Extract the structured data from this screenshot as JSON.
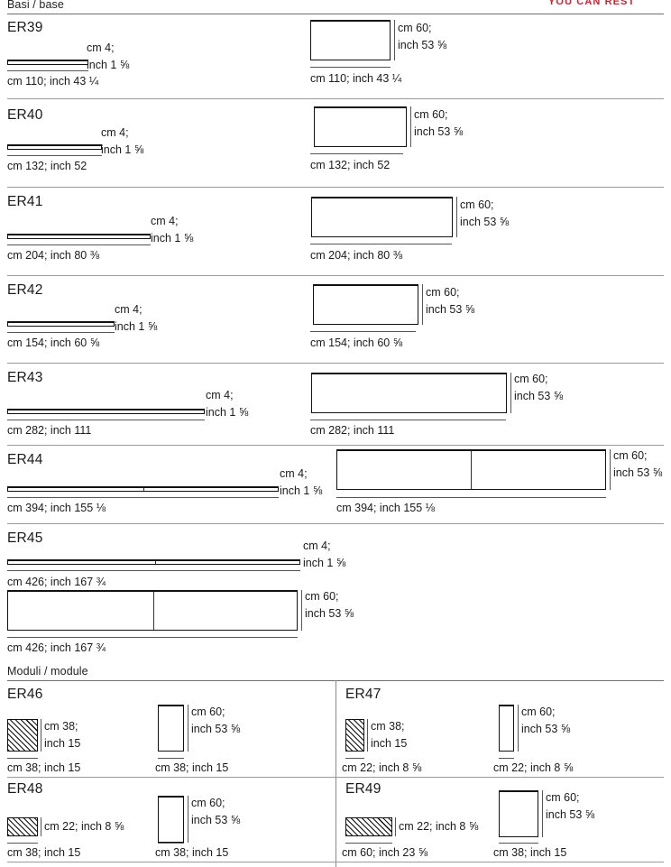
{
  "header": {
    "cropped_brand_text": "YOU CAN REST",
    "brand_color": "#d01e32"
  },
  "sections": [
    {
      "id": "basi",
      "label": "Basi / base"
    },
    {
      "id": "moduli",
      "label": "Moduli / module"
    }
  ],
  "units": {
    "cm_prefix": "cm",
    "inch_prefix": "inch"
  },
  "products": [
    {
      "code": "ER39",
      "profile": {
        "thickness": "cm 4;",
        "thickness2": "inch 1 ⅝",
        "width": "cm 110; inch 43 ¼"
      },
      "elevation": {
        "height": "cm 60;",
        "height2": "inch 53 ⅝",
        "width": "cm 110; inch 43 ¼",
        "panels": 1
      }
    },
    {
      "code": "ER40",
      "profile": {
        "thickness": "cm 4;",
        "thickness2": "inch 1 ⅝",
        "width": "cm 132; inch 52"
      },
      "elevation": {
        "height": "cm 60;",
        "height2": "inch 53 ⅝",
        "width": "cm 132; inch 52",
        "panels": 1
      }
    },
    {
      "code": "ER41",
      "profile": {
        "thickness": "cm 4;",
        "thickness2": "inch 1 ⅝",
        "width": "cm 204; inch 80 ⅜"
      },
      "elevation": {
        "height": "cm 60;",
        "height2": "inch 53 ⅝",
        "width": "cm 204; inch 80 ⅜",
        "panels": 1
      }
    },
    {
      "code": "ER42",
      "profile": {
        "thickness": "cm 4;",
        "thickness2": "inch 1 ⅝",
        "width": "cm 154; inch 60 ⅝"
      },
      "elevation": {
        "height": "cm 60;",
        "height2": "inch 53 ⅝",
        "width": "cm 154; inch 60 ⅝",
        "panels": 1
      }
    },
    {
      "code": "ER43",
      "profile": {
        "thickness": "cm 4;",
        "thickness2": "inch 1 ⅝",
        "width": "cm 282; inch 111"
      },
      "elevation": {
        "height": "cm 60;",
        "height2": "inch 53 ⅝",
        "width": "cm 282; inch 111",
        "panels": 1
      }
    },
    {
      "code": "ER44",
      "profile": {
        "thickness": "cm 4;",
        "thickness2": "inch 1 ⅝",
        "width": "cm 394; inch 155 ⅛"
      },
      "elevation": {
        "height": "cm 60;",
        "height2": "inch 53 ⅝",
        "width": "cm 394; inch 155 ⅛",
        "panels": 2
      }
    },
    {
      "code": "ER45",
      "profile": {
        "thickness": "cm 4;",
        "thickness2": "inch 1 ⅝",
        "width": "cm 426; inch 167 ¾"
      },
      "elevation": {
        "height": "cm 60;",
        "height2": "inch 53 ⅝",
        "width": "cm 426; inch 167 ¾",
        "panels": 2
      }
    }
  ],
  "modules": [
    {
      "code": "ER46",
      "plan": {
        "depth": "cm 38;",
        "depth2": "inch 15",
        "width": "cm 38; inch 15"
      },
      "elevation": {
        "height": "cm 60;",
        "height2": "inch 53 ⅝",
        "width": "cm 38; inch 15"
      }
    },
    {
      "code": "ER47",
      "plan": {
        "depth": "cm 38;",
        "depth2": "inch 15",
        "width": "cm 22; inch 8 ⅝"
      },
      "elevation": {
        "height": "cm 60;",
        "height2": "inch 53 ⅝",
        "width": "cm 22; inch 8 ⅝"
      }
    },
    {
      "code": "ER48",
      "plan": {
        "depth": "cm 22; inch 8 ⅝",
        "depth2": "",
        "width": "cm 38; inch 15"
      },
      "elevation": {
        "height": "cm 60;",
        "height2": "inch 53 ⅝",
        "width": "cm 38; inch 15"
      }
    },
    {
      "code": "ER49",
      "plan": {
        "depth": "cm 22; inch 8 ⅝",
        "depth2": "",
        "width": "cm 60; inch 23 ⅝"
      },
      "elevation": {
        "height": "cm 60;",
        "height2": "inch 53 ⅝",
        "width": "cm 38; inch 15"
      }
    }
  ]
}
